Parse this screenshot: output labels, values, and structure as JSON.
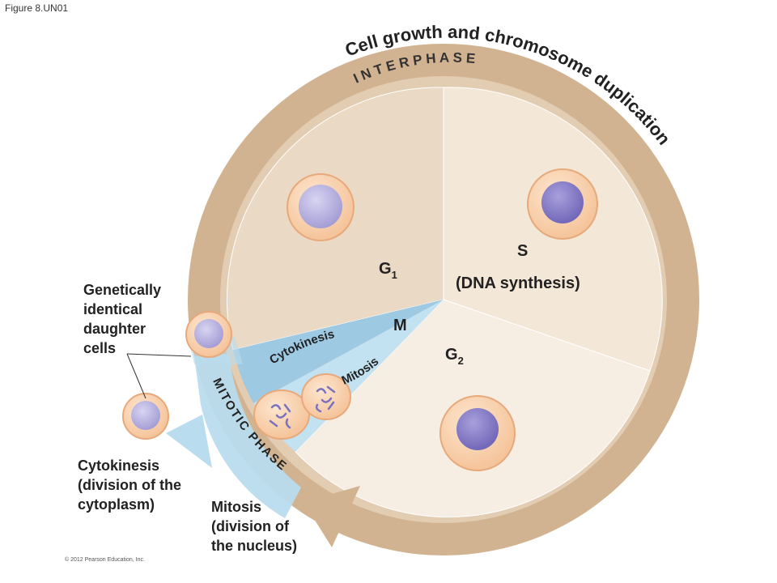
{
  "figure_label": "Figure 8.UN01",
  "copyright": "© 2012 Pearson Education, Inc.",
  "arc_title": "Cell growth and chromosome duplication",
  "interphase_label": "I N T E R P H A S E",
  "mitotic_phase_label": "MITOTIC PHASE",
  "phases": {
    "g1": {
      "main": "G",
      "sub": "1"
    },
    "s": "S",
    "s_desc": "(DNA synthesis)",
    "g2": {
      "main": "G",
      "sub": "2"
    },
    "m": "M",
    "cytokinesis": "Cytokinesis",
    "mitosis": "Mitosis"
  },
  "side_labels": {
    "daughter_cells": "Genetically\nidentical\ndaughter\ncells",
    "cytokinesis_desc": "Cytokinesis\n(division of the\ncytoplasm)",
    "mitosis_desc": "Mitosis\n(division of\nthe nucleus)"
  },
  "colors": {
    "ring": "#d2b391",
    "g1": "#ead9c4",
    "s": "#f3e8d8",
    "g2": "#f6ede3",
    "cytokinesis": "#9ec9e2",
    "mitosis": "#c2e1f1",
    "cell_body": "#f8d0ad",
    "nucleus_light": "#b7b1de",
    "nucleus_dark": "#7b72c0",
    "text": "#222222"
  }
}
